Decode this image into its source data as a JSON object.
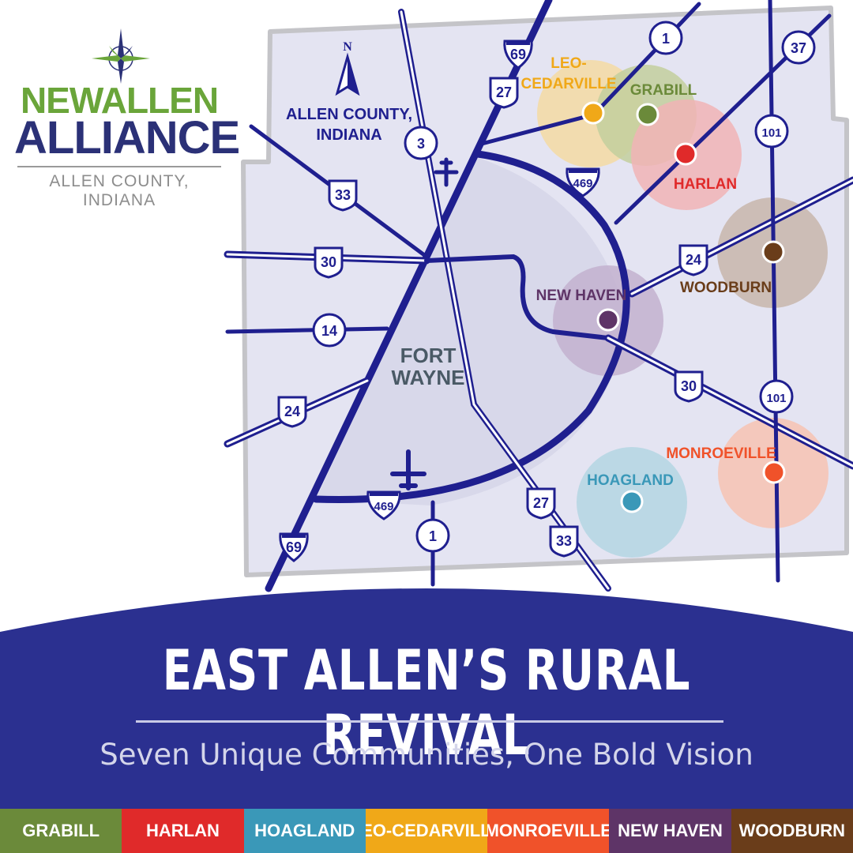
{
  "logo": {
    "line1": "NEWALLEN",
    "line2": "ALLIANCE",
    "subtitle": "ALLEN COUNTY, INDIANA",
    "colors": {
      "green": "#6aa53a",
      "navy": "#2b3177",
      "gray": "#8d8d8d"
    }
  },
  "map": {
    "north_label": "N",
    "county_label_line1": "ALLEN COUNTY,",
    "county_label_line2": "INDIANA",
    "city_label_line1": "FORT",
    "city_label_line2": "WAYNE",
    "colors": {
      "road": "#1f1f8f",
      "county_fill": "#e4e4f2",
      "county_border": "#c4c4c8",
      "city_fill": "#d8d8ea"
    },
    "highway_shields": [
      {
        "id": "i69-north",
        "type": "interstate",
        "number": "69"
      },
      {
        "id": "i69-south",
        "type": "interstate",
        "number": "69"
      },
      {
        "id": "i469-north",
        "type": "interstate",
        "number": "469"
      },
      {
        "id": "i469-south",
        "type": "interstate",
        "number": "469"
      },
      {
        "id": "us27-north",
        "type": "us",
        "number": "27"
      },
      {
        "id": "us27-south",
        "type": "us",
        "number": "27"
      },
      {
        "id": "us33-west",
        "type": "us",
        "number": "33"
      },
      {
        "id": "us33-south",
        "type": "us",
        "number": "33"
      },
      {
        "id": "us30-west",
        "type": "us",
        "number": "30"
      },
      {
        "id": "us30-east",
        "type": "us",
        "number": "30"
      },
      {
        "id": "us24-west",
        "type": "us",
        "number": "24"
      },
      {
        "id": "us24-east",
        "type": "us",
        "number": "24"
      },
      {
        "id": "sr1-north",
        "type": "state",
        "number": "1"
      },
      {
        "id": "sr1-south",
        "type": "state",
        "number": "1"
      },
      {
        "id": "sr3",
        "type": "state",
        "number": "3"
      },
      {
        "id": "sr14",
        "type": "state",
        "number": "14"
      },
      {
        "id": "sr37",
        "type": "state",
        "number": "37"
      },
      {
        "id": "sr101-north",
        "type": "state",
        "number": "101"
      },
      {
        "id": "sr101-south",
        "type": "state",
        "number": "101"
      }
    ],
    "communities": [
      {
        "id": "leo-cedarville",
        "label_line1": "LEO-",
        "label_line2": "CEDARVILLE",
        "color": "#f0a818",
        "halo": "#f5dba3"
      },
      {
        "id": "grabill",
        "label_line1": "GRABILL",
        "label_line2": "",
        "color": "#6b8a3a",
        "halo": "#c3cf9e"
      },
      {
        "id": "harlan",
        "label_line1": "HARLAN",
        "label_line2": "",
        "color": "#e02a2a",
        "halo": "#f1b4b6"
      },
      {
        "id": "woodburn",
        "label_line1": "WOODBURN",
        "label_line2": "",
        "color": "#6a3d1a",
        "halo": "#c8b6ab"
      },
      {
        "id": "new-haven",
        "label_line1": "NEW HAVEN",
        "label_line2": "",
        "color": "#5e3467",
        "halo": "#c3b1cf"
      },
      {
        "id": "monroeville",
        "label_line1": "MONROEVILLE",
        "label_line2": "",
        "color": "#f0522a",
        "halo": "#f7c3b3"
      },
      {
        "id": "hoagland",
        "label_line1": "HOAGLAND",
        "label_line2": "",
        "color": "#3a98b8",
        "halo": "#b4d6e3"
      }
    ]
  },
  "banner": {
    "title": "EAST ALLEN’S RURAL REVIVAL",
    "subtitle": "Seven Unique Communities, One Bold Vision",
    "color": "#2b3090"
  },
  "legend": [
    {
      "label": "GRABILL",
      "color": "#6b8a3a"
    },
    {
      "label": "HARLAN",
      "color": "#e02a2a"
    },
    {
      "label": "HOAGLAND",
      "color": "#3a98b8"
    },
    {
      "label": "LEO-CEDARVILLE",
      "color": "#f0a818"
    },
    {
      "label": "MONROEVILLE",
      "color": "#f0522a"
    },
    {
      "label": "NEW HAVEN",
      "color": "#5e3467"
    },
    {
      "label": "WOODBURN",
      "color": "#6a3d1a"
    }
  ]
}
